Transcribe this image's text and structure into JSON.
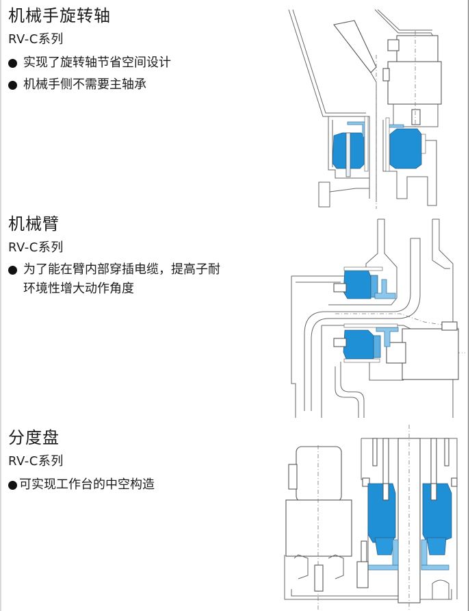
{
  "colors": {
    "reducer_blue": "#1f8fd6",
    "reducer_light_blue": "#8cc6ea",
    "line_gray": "#666666",
    "text": "#1a1a1a"
  },
  "sections": [
    {
      "title": "机械手旋转轴",
      "series": "RV-C系列",
      "bullets": [
        "实现了旋转轴节省空间设计",
        "机械手侧不需要主轴承"
      ],
      "figure_icon": "robot-hand-rotary-axis-cross-section"
    },
    {
      "title": "机械臂",
      "series": "RV-C系列",
      "bullets": [
        "为了能在臂内部穿插电缆，提高子耐",
        "环境性增大动作角度"
      ],
      "figure_icon": "robot-arm-cross-section"
    },
    {
      "title": "分度盘",
      "series": "RV-C系列",
      "bullets": [
        "可实现工作台的中空构造"
      ],
      "figure_icon": "indexing-table-cross-section"
    }
  ]
}
